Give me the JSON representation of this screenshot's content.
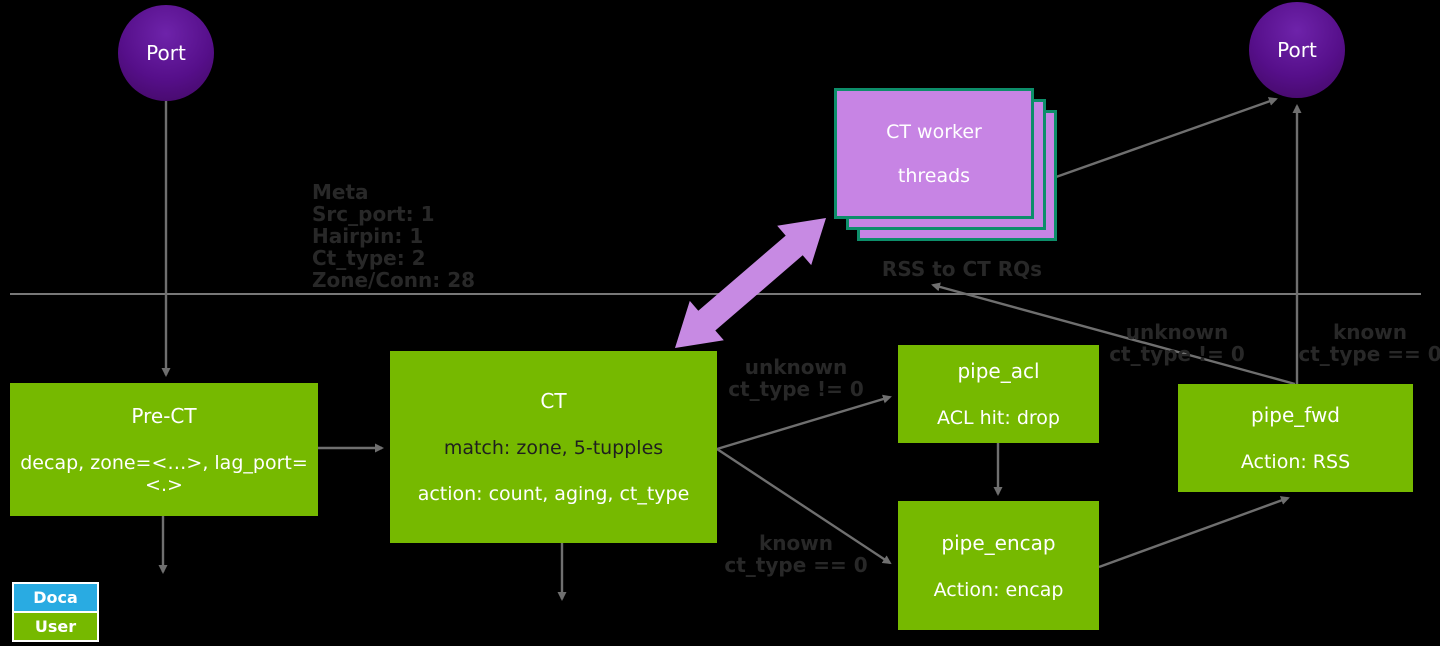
{
  "nodes": {
    "port_left": {
      "label": "Port"
    },
    "port_right": {
      "label": "Port"
    },
    "ct_workers": {
      "line1": "CT worker",
      "line2": "threads"
    },
    "pre_ct": {
      "title": "Pre-CT",
      "subtitle": "decap, zone=<…>, lag_port=<.>"
    },
    "ct": {
      "title": "CT",
      "match": "match: zone, 5-tupples",
      "action": "action: count, aging, ct_type"
    },
    "pipe_acl": {
      "title": "pipe_acl",
      "subtitle": "ACL hit: drop"
    },
    "pipe_encap": {
      "title": "pipe_encap",
      "subtitle": "Action: encap"
    },
    "pipe_fwd": {
      "title": "pipe_fwd",
      "subtitle": "Action: RSS"
    }
  },
  "meta": {
    "title": "Meta",
    "src_port": "Src_port: 1",
    "hairpin": "Hairpin: 1",
    "ct_type": "Ct_type: 2",
    "zone_conn": "Zone/Conn: 28"
  },
  "edge_labels": {
    "rss": "RSS to CT RQs",
    "unknown_ct_left_1": "unknown",
    "unknown_ct_left_2": "ct_type != 0",
    "known_ct_left_1": "known",
    "known_ct_left_2": "ct_type == 0",
    "unknown_ct_right_1": "unknown",
    "unknown_ct_right_2": "ct_type != 0",
    "known_ct_right_1": "known",
    "known_ct_right_2": "ct_type == 0"
  },
  "legend": {
    "doca": "Doca",
    "user": "User"
  },
  "colors": {
    "nvidia_green": "#76b900",
    "doca_blue": "#29abe2",
    "card_purple": "#c784e4",
    "card_border_teal": "#0d8e6a",
    "port_purple": "#560f8a",
    "big_arrow_purple": "#c78ae3",
    "connector_gray": "#6f6f6f",
    "watermark_text": "#282828"
  }
}
